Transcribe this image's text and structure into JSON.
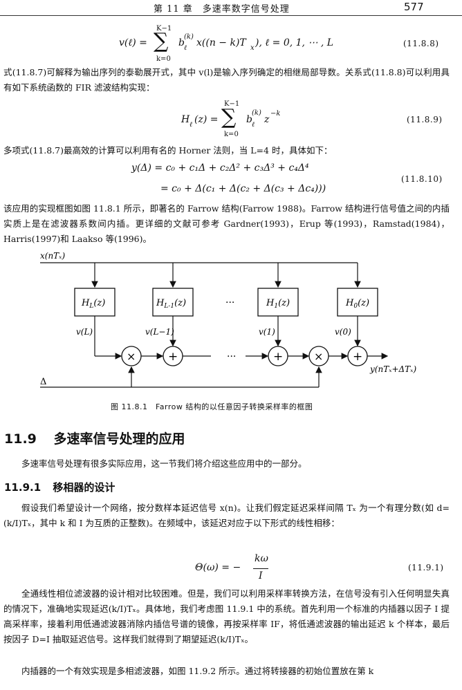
{
  "header": {
    "chapter": "第 11 章　多速率数字信号处理",
    "page_number": "577"
  },
  "eq_11_8_8": {
    "lhs": "v(ℓ) =",
    "sum_top": "K−1",
    "sum_bot": "k=0",
    "body": "b",
    "sup": "(k)",
    "sub": "ℓ",
    "tail": "x((n − k)T",
    "tail_sub": "x",
    "tail_end": "),    ℓ = 0, 1, ⋯ , L",
    "number": "(11.8.8)"
  },
  "para1": "式(11.8.7)可解释为输出序列的泰勒展开式，其中 v(l)是输入序列确定的相继局部导数。关系式(11.8.8)可以利用具有如下系统函数的 FIR 滤波结构实现：",
  "eq_11_8_9": {
    "lhs": "H",
    "lhs_sub": "ℓ",
    "lhs_end": "(z) =",
    "sum_top": "K−1",
    "sum_bot": "k=0",
    "body": "b",
    "sup": "(k)",
    "sub": "ℓ",
    "tail": "z",
    "tail_sup": "−k",
    "number": "(11.8.9)"
  },
  "para2": "多项式(11.8.7)最高效的计算可以利用有名的 Horner 法则，当 L=4 时，具体如下：",
  "eq_11_8_10": {
    "line1": "y(Δ) = c₀ + c₁Δ + c₂Δ² + c₃Δ³ + c₄Δ⁴",
    "line2": "= c₀ + Δ(c₁ + Δ(c₂ + Δ(c₃ + Δc₄)))",
    "number": "(11.8.10)"
  },
  "para3": "该应用的实现框图如图 11.8.1 所示，即著名的 Farrow 结构(Farrow 1988)。Farrow 结构进行信号值之间的内插实质上是在滤波器系数间内插。更详细的文献可参考 Gardner(1993)，Erup 等(1993)，Ramstad(1984)，Harris(1997)和 Laakso 等(1996)。",
  "diagram": {
    "input_label": "x(nTₓ)",
    "blocks": [
      "H_L(z)",
      "H_L-1(z)",
      "H_1(z)",
      "H_0(z)"
    ],
    "block_main": [
      "H",
      "H",
      "H",
      "H"
    ],
    "block_sub": [
      "L",
      "L-1",
      "1",
      "0"
    ],
    "block_tail": "(z)",
    "outputs": [
      "v(L)",
      "v(L−1)",
      "v(1)",
      "v(0)"
    ],
    "ellipsis": "···",
    "delta_label": "Δ",
    "output_label": "y(nTₓ+ΔTₓ)",
    "multiply_symbol": "×",
    "add_symbol": "+"
  },
  "figure_caption": "图 11.8.1　Farrow 结构的以任意因子转换采样率的框图",
  "section": {
    "number": "11.9",
    "title": "多速率信号处理的应用"
  },
  "para4": "多速率信号处理有很多实际应用，这一节我们将介绍这些应用中的一部分。",
  "subsection": {
    "number": "11.9.1",
    "title": "移相器的设计"
  },
  "para5": "假设我们希望设计一个网络，按分数样本延迟信号 x(n)。让我们假定延迟采样间隔 Tₓ 为一个有理分数(如 d=(k/I)Tₓ，其中 k 和 I 为互质的正整数)。在频域中，该延迟对应于以下形式的线性相移：",
  "eq_11_9_1": {
    "lhs": "Θ(ω) = −",
    "num": "kω",
    "den": "I",
    "number": "(11.9.1)"
  },
  "para6": "全通线性相位滤波器的设计相对比较困难。但是，我们可以利用采样率转换方法，在信号没有引入任何明显失真的情况下，准确地实现延迟(k/I)Tₓ。具体地，我们考虑图 11.9.1 中的系统。首先利用一个标准的内插器以因子 I 提高采样率，接着利用低通滤波器消除内插信号谱的镜像，再按采样率 IF，将低通滤波器的输出延迟 k 个样本，最后按因子 D=I 抽取延迟信号。这样我们就得到了期望延迟(k/I)Tₓ。",
  "para7": "内插器的一个有效实现是多相滤波器，如图 11.9.2 所示。通过将转接器的初始位置放在第 k"
}
